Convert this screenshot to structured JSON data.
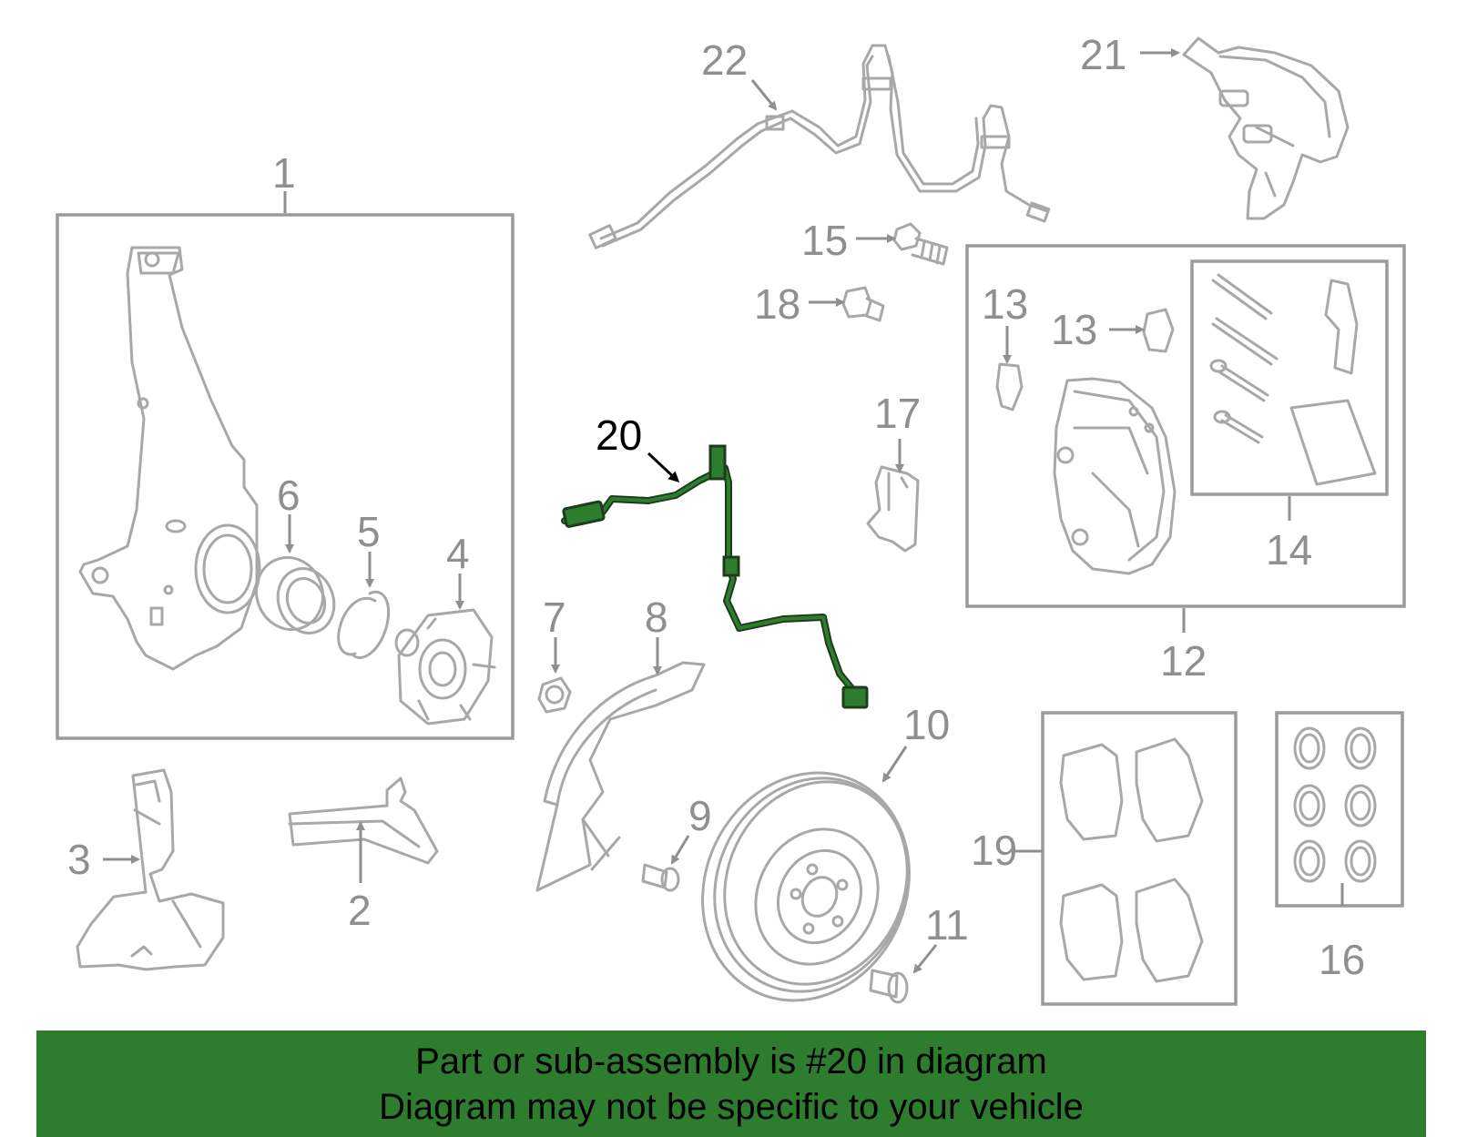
{
  "colors": {
    "highlight": "#2e7d2e",
    "banner": "#2e7d2e",
    "line_art": "#a8a8a8"
  },
  "callouts": [
    "1",
    "2",
    "3",
    "4",
    "5",
    "6",
    "7",
    "8",
    "9",
    "10",
    "11",
    "12",
    "13",
    "13",
    "14",
    "15",
    "16",
    "17",
    "18",
    "19",
    "20",
    "21",
    "22"
  ],
  "highlighted_part": "20",
  "banner": {
    "line1": "Part or sub-assembly is #20 in diagram",
    "line2": "Diagram may not be specific to your vehicle"
  }
}
